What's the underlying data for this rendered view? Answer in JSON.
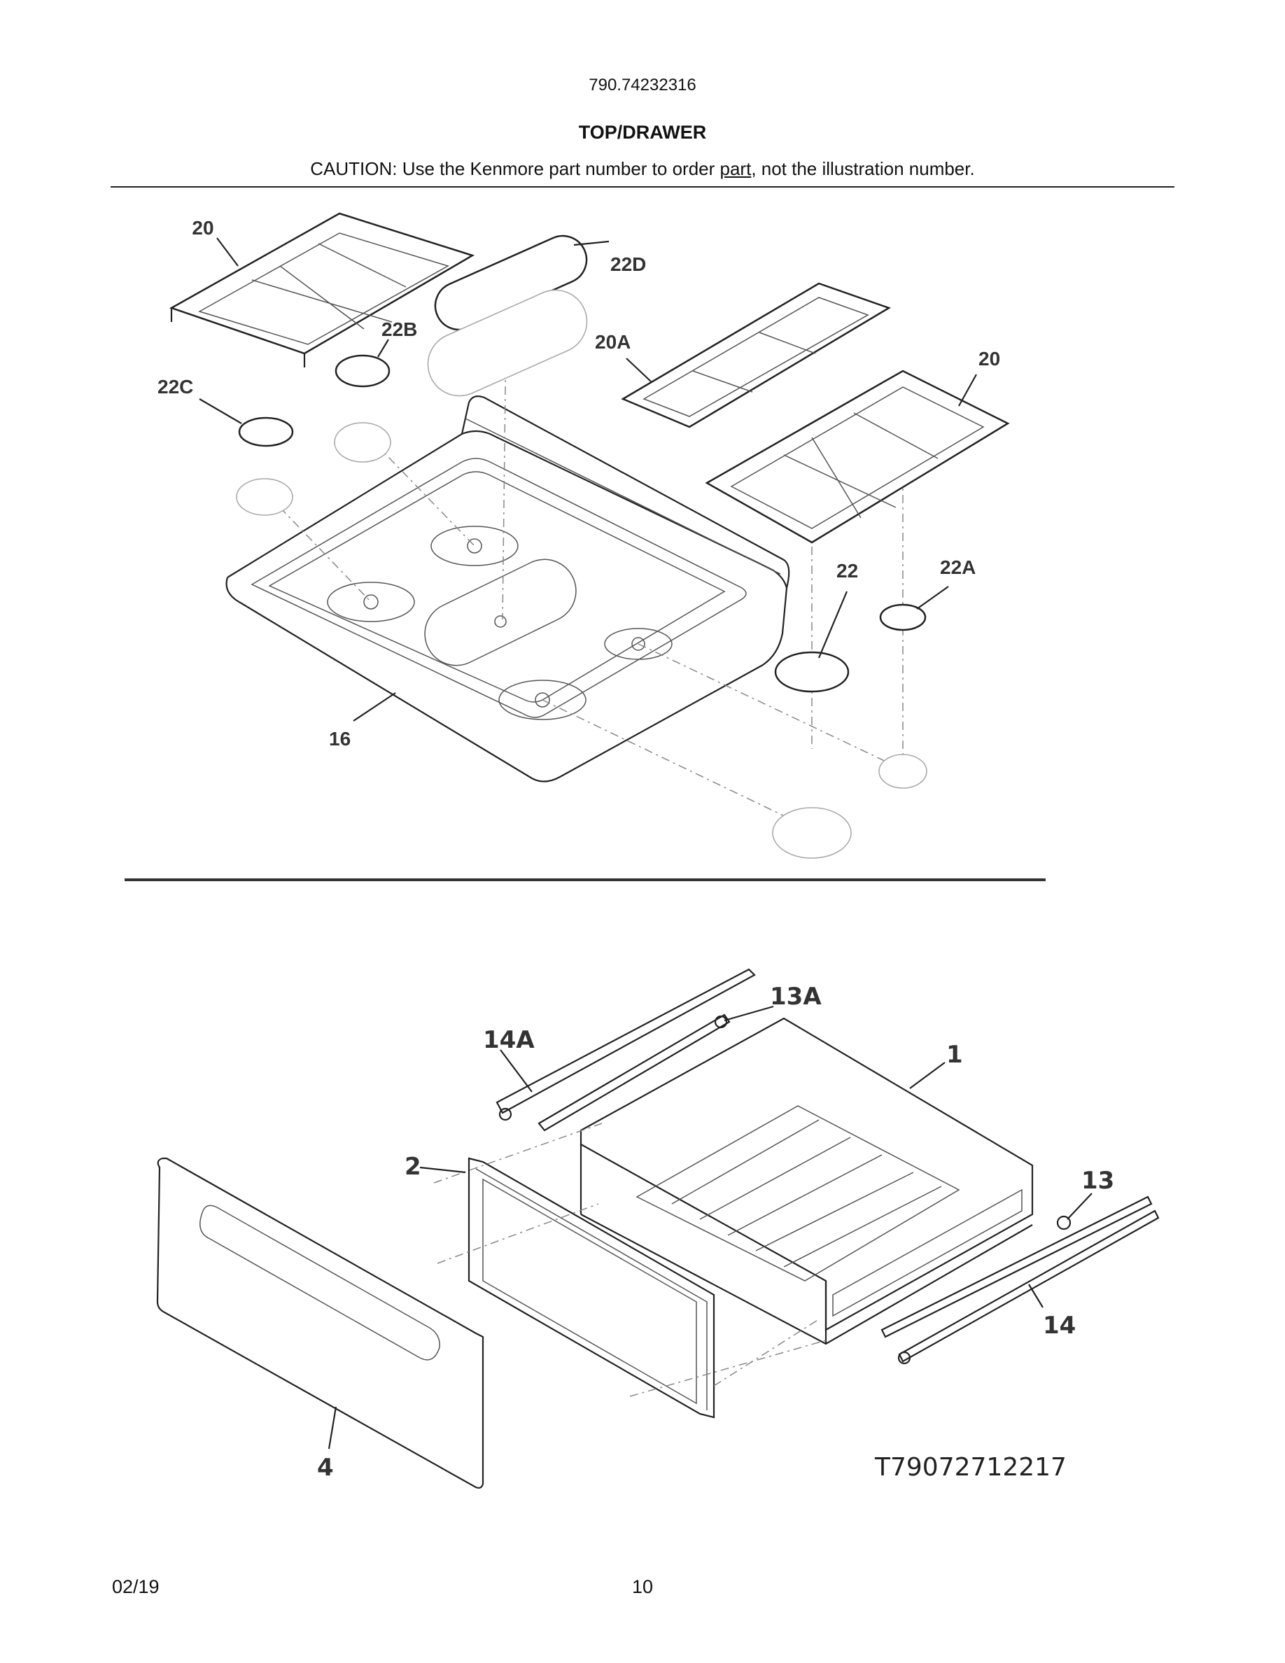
{
  "header": {
    "model_number": "790.74232316",
    "section_title": "TOP/DRAWER",
    "caution_before": "CAUTION: Use the Kenmore part number to order ",
    "caution_link": "part",
    "caution_after": ", not the illustration number."
  },
  "top_callouts": {
    "grate_left": "20",
    "cap_oval": "22D",
    "cap_22b": "22B",
    "grate_center": "20A",
    "grate_right": "20",
    "cap_22c": "22C",
    "cap_22": "22",
    "cap_22a": "22A",
    "cooktop": "16"
  },
  "drawer_callouts": {
    "slide_rail_13a": "13A",
    "slide_rail_14a": "14A",
    "drawer_body": "1",
    "drawer_frame": "2",
    "roller_13": "13",
    "slide_rail_14": "14",
    "drawer_front": "4"
  },
  "drawing_code": "T79072712217",
  "footer": {
    "date": "02/19",
    "page_number": "10"
  }
}
